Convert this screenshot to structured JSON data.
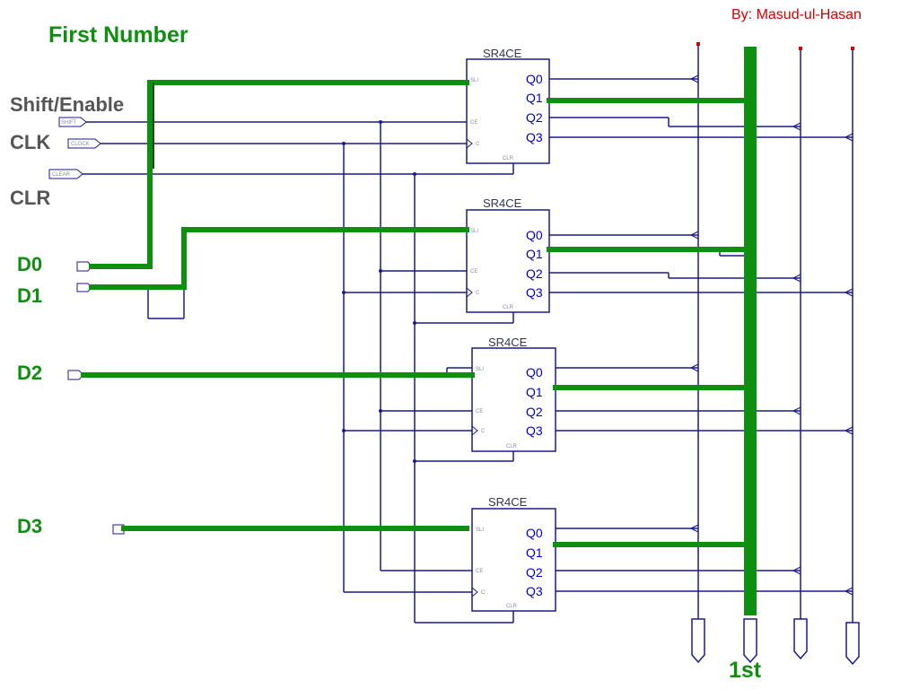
{
  "header": {
    "title": "First Number",
    "author": "By: Masud-ul-Hasan"
  },
  "inputs": {
    "shift_enable": "Shift/Enable",
    "clk": "CLK",
    "clr": "CLR",
    "d0": "D0",
    "d1": "D1",
    "d2": "D2",
    "d3": "D3"
  },
  "components": [
    {
      "name": "SR4CE",
      "outputs": [
        "Q0",
        "Q1",
        "Q2",
        "Q3"
      ]
    },
    {
      "name": "SR4CE",
      "outputs": [
        "Q0",
        "Q1",
        "Q2",
        "Q3"
      ]
    },
    {
      "name": "SR4CE",
      "outputs": [
        "Q0",
        "Q1",
        "Q2",
        "Q3"
      ]
    },
    {
      "name": "SR4CE",
      "outputs": [
        "Q0",
        "Q1",
        "Q2",
        "Q3"
      ]
    }
  ],
  "footer": {
    "bus_label": "1st"
  },
  "colors": {
    "highlight_wire": "#0f8f0f",
    "wire": "#1a1a8c",
    "pin_text": "#0000cc",
    "author": "#d40000"
  }
}
